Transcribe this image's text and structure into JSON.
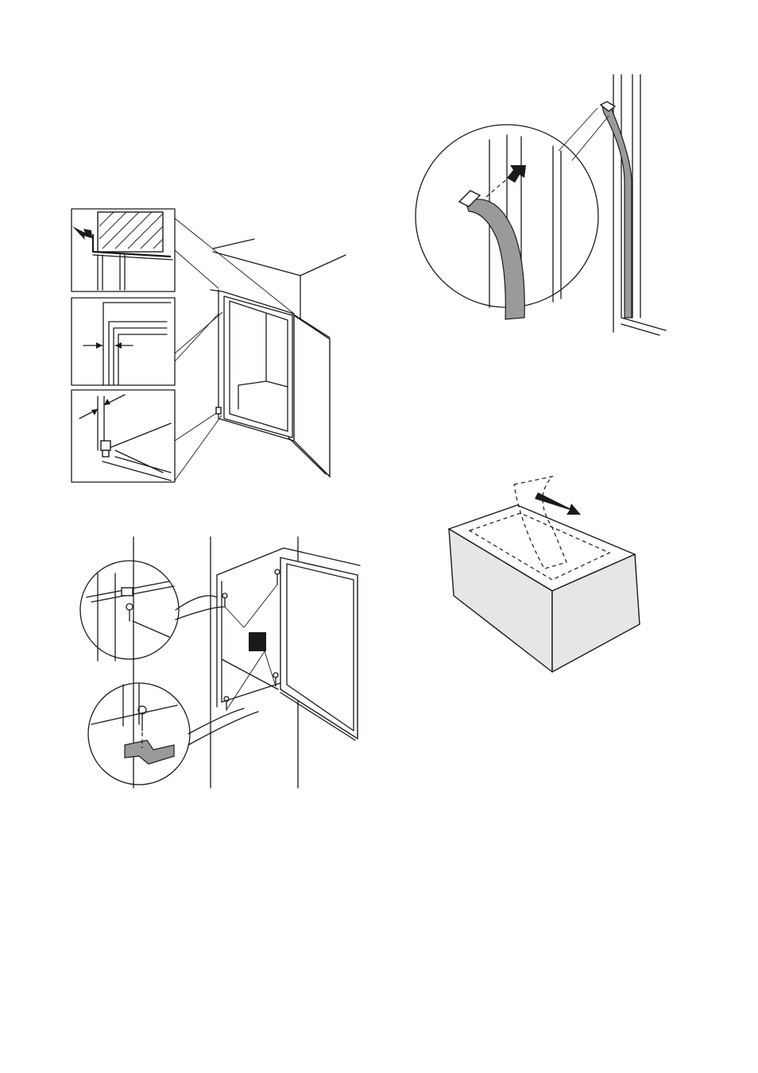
{
  "figures": [
    {
      "id": "door-alignment",
      "icon": "door-alignment-illustration"
    },
    {
      "id": "door-seal-strip",
      "icon": "seal-strip-illustration"
    },
    {
      "id": "hinge-screws",
      "icon": "hinge-screw-illustration"
    },
    {
      "id": "cover-strip-removal",
      "icon": "tape-removal-illustration"
    }
  ],
  "colors": {
    "line": "#1a1a1a",
    "shade": "#9a9a9a",
    "light_fill": "#e6e6e6",
    "marker": "#1a1a1a"
  }
}
